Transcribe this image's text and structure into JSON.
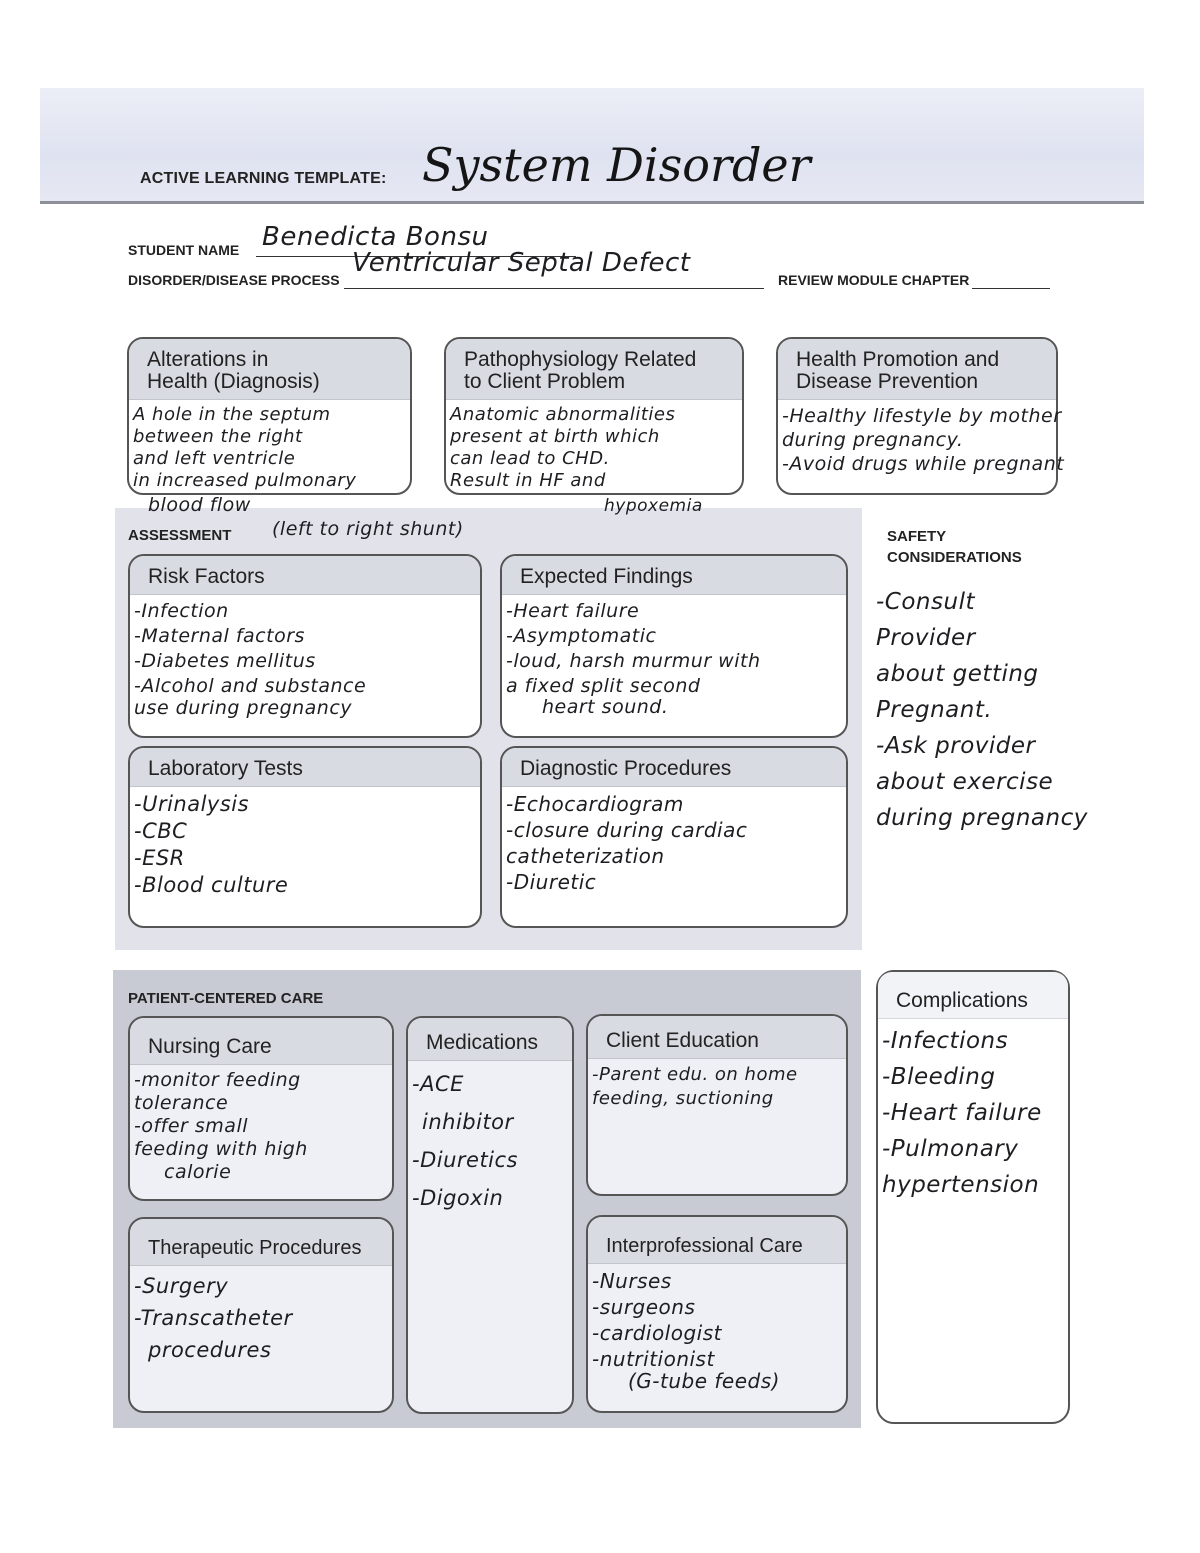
{
  "header": {
    "template_label": "ACTIVE LEARNING TEMPLATE:",
    "template_title": "System Disorder"
  },
  "meta": {
    "student_name_label": "STUDENT NAME",
    "student_name_value": "Benedicta Bonsu",
    "disorder_label": "DISORDER/DISEASE PROCESS",
    "disorder_value": "Ventricular Septal Defect",
    "review_module_label": "REVIEW MODULE CHAPTER",
    "review_module_value": ""
  },
  "top_boxes": {
    "alterations": {
      "title_line1": "Alterations in",
      "title_line2": "Health (Diagnosis)",
      "lines": [
        "A hole in the septum",
        "between the right",
        "and left ventricle",
        "in increased pulmonary"
      ],
      "overflow": [
        "blood flow",
        "(left to right shunt)"
      ]
    },
    "pathophysiology": {
      "title_line1": "Pathophysiology Related",
      "title_line2": "to Client Problem",
      "lines": [
        "Anatomic abnormalities",
        "present at birth which",
        "can lead to CHD.",
        "Result in HF and"
      ],
      "overflow": [
        "hypoxemia"
      ]
    },
    "health_promotion": {
      "title_line1": "Health Promotion and",
      "title_line2": "Disease Prevention",
      "lines": [
        "-Healthy lifestyle by mother",
        "during pregnancy.",
        "-Avoid drugs while pregnant"
      ]
    }
  },
  "assessment": {
    "label": "ASSESSMENT",
    "risk_factors": {
      "title": "Risk Factors",
      "lines": [
        "-Infection",
        "-Maternal factors",
        "-Diabetes mellitus",
        "-Alcohol and substance",
        "use during pregnancy"
      ]
    },
    "expected_findings": {
      "title": "Expected Findings",
      "lines": [
        "-Heart failure",
        "-Asymptomatic",
        "-loud, harsh murmur with",
        "a fixed split second",
        "heart sound."
      ]
    },
    "laboratory_tests": {
      "title": "Laboratory Tests",
      "lines": [
        "-Urinalysis",
        "-CBC",
        "-ESR",
        "-Blood culture"
      ]
    },
    "diagnostic_procedures": {
      "title": "Diagnostic Procedures",
      "lines": [
        "-Echocardiogram",
        "-closure during cardiac",
        "catheterization",
        "-Diuretic"
      ]
    }
  },
  "safety": {
    "label_line1": "SAFETY",
    "label_line2": "CONSIDERATIONS",
    "lines": [
      "-Consult",
      "Provider",
      "about getting",
      "Pregnant.",
      "-Ask provider",
      "about exercise",
      "during pregnancy"
    ]
  },
  "patient_centered_care": {
    "label": "PATIENT-CENTERED CARE",
    "nursing_care": {
      "title": "Nursing Care",
      "lines": [
        "-monitor feeding",
        "tolerance",
        "-offer small",
        "feeding with high",
        "calorie"
      ]
    },
    "medications": {
      "title": "Medications",
      "lines": [
        "-ACE",
        "inhibitor",
        "-Diuretics",
        "-Digoxin"
      ]
    },
    "client_education": {
      "title": "Client Education",
      "lines": [
        "-Parent edu. on home",
        "feeding, suctioning"
      ]
    },
    "therapeutic_procedures": {
      "title": "Therapeutic Procedures",
      "lines": [
        "-Surgery",
        "-Transcatheter",
        "procedures"
      ]
    },
    "interprofessional_care": {
      "title": "Interprofessional Care",
      "lines": [
        "-Nurses",
        "-surgeons",
        "-cardiologist",
        "-nutritionist",
        "(G-tube feeds)"
      ]
    }
  },
  "complications": {
    "title": "Complications",
    "lines": [
      "-Infections",
      "-Bleeding",
      "-Heart failure",
      "-Pulmonary",
      "hypertension"
    ]
  }
}
